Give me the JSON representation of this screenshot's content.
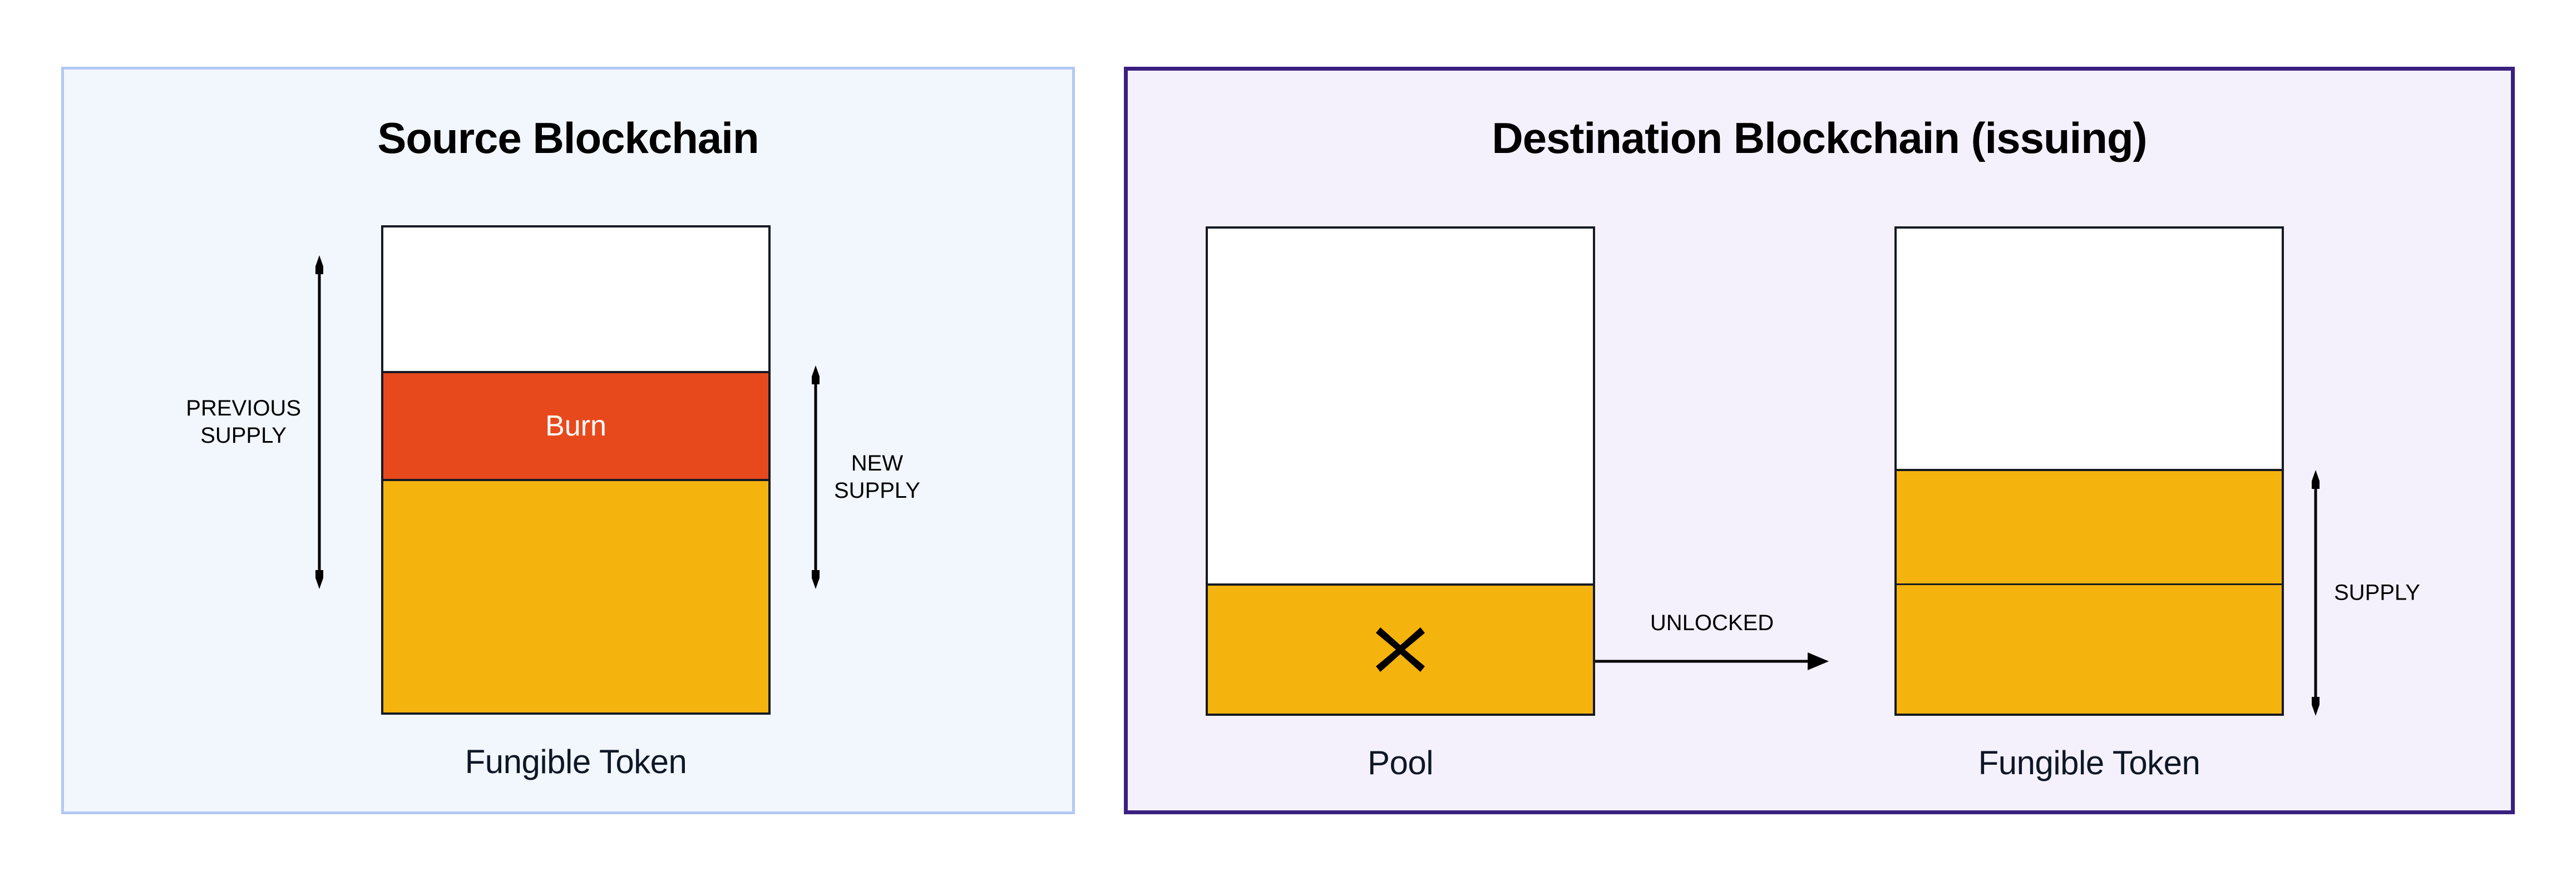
{
  "diagram": {
    "title_left": "Source Blockchain",
    "title_right": "Destination Blockchain (issuing)"
  },
  "source_panel": {
    "title": "Source Blockchain",
    "background": "#F2F6FD",
    "border_color": "#B3C8F5",
    "token_bar": {
      "caption": "Fungible Token",
      "segments": [
        {
          "name": "empty-headroom",
          "label": "",
          "color": "#FFFFFF"
        },
        {
          "name": "burn",
          "label": "Burn",
          "color": "#E8491C"
        },
        {
          "name": "remaining-supply",
          "label": "",
          "color": "#F5B30D"
        }
      ]
    },
    "measures": [
      {
        "name": "previous-supply",
        "label": "PREVIOUS\nSUPPLY"
      },
      {
        "name": "new-supply",
        "label": "NEW\nSUPPLY"
      }
    ]
  },
  "destination_panel": {
    "title": "Destination Blockchain (issuing)",
    "background": "#F4F1FD",
    "border_color": "#3A1F80",
    "pool_bar": {
      "caption": "Pool",
      "icon": "x-mark-icon",
      "segments": [
        {
          "name": "pool-empty",
          "label": "",
          "color": "#FFFFFF"
        },
        {
          "name": "pool-locked",
          "label": "",
          "color": "#F5B30D"
        }
      ]
    },
    "token_bar": {
      "caption": "Fungible Token",
      "segments": [
        {
          "name": "empty-headroom",
          "label": "",
          "color": "#FFFFFF"
        },
        {
          "name": "minted-upper",
          "label": "",
          "color": "#F5B30D"
        },
        {
          "name": "minted-lower",
          "label": "",
          "color": "#F5B30D"
        }
      ]
    },
    "flow": {
      "label": "UNLOCKED"
    },
    "measures": [
      {
        "name": "supply",
        "label": "SUPPLY"
      }
    ]
  },
  "colors": {
    "burn_orange": "#E8491C",
    "token_yellow": "#F5B30D",
    "outline": "#151A23",
    "source_border": "#B3C8F5",
    "source_bg": "#F2F6FD",
    "dest_border": "#3A1F80",
    "dest_bg": "#F4F1FD",
    "caption_text": "#0E1726"
  }
}
